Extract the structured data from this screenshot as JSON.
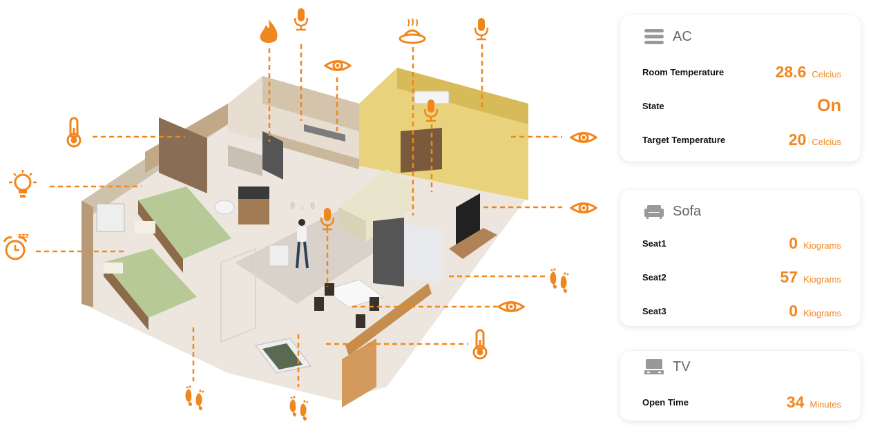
{
  "scene": {
    "coord_label": "0 , 0"
  },
  "colors": {
    "accent": "#f0861e",
    "icon_gray": "#999999"
  },
  "ac_card": {
    "icon": "ac-icon",
    "title": "AC",
    "rows": [
      {
        "label": "Room Temperature",
        "value": "28.6",
        "unit": "Celcius"
      },
      {
        "label": "State",
        "value": "On",
        "unit": ""
      },
      {
        "label": "Target Temperature",
        "value": "20",
        "unit": "Celcius"
      }
    ]
  },
  "sofa_card": {
    "icon": "sofa-icon",
    "title": "Sofa",
    "rows": [
      {
        "label": "Seat1",
        "value": "0",
        "unit": "Kiograms"
      },
      {
        "label": "Seat2",
        "value": "57",
        "unit": "Kiograms"
      },
      {
        "label": "Seat3",
        "value": "0",
        "unit": "Kiograms"
      }
    ]
  },
  "tv_card": {
    "icon": "tv-icon",
    "title": "TV",
    "rows": [
      {
        "label": "Open Time",
        "value": "34",
        "unit": "Minutes"
      }
    ]
  }
}
